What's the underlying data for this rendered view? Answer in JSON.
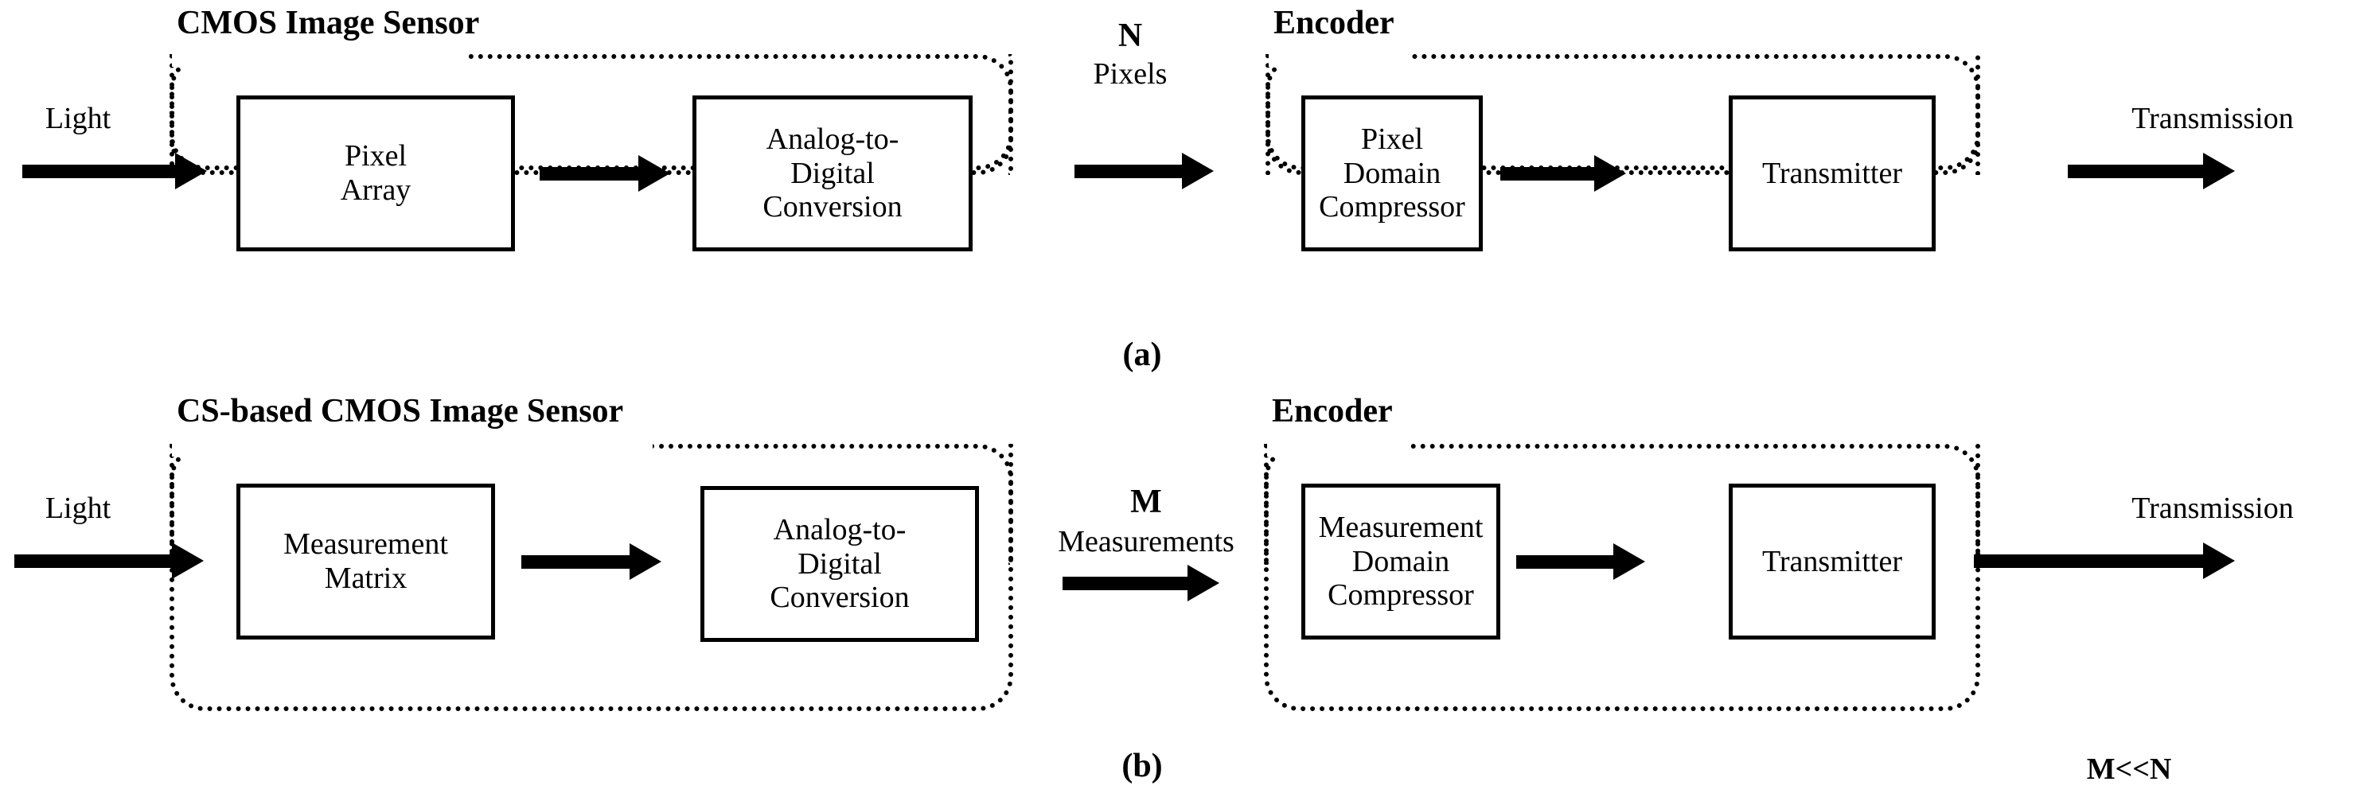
{
  "figure": {
    "subfigures": [
      {
        "caption": "(a)",
        "input_label": "Light",
        "groups": [
          {
            "title": "CMOS Image Sensor",
            "blocks": [
              "Pixel\nArray",
              "Analog-to-\nDigital\nConversion"
            ]
          },
          {
            "title": "Encoder",
            "blocks": [
              "Pixel\nDomain\nCompressor",
              "Transmitter"
            ]
          }
        ],
        "interconnect_label_bold": "N",
        "interconnect_label": "Pixels",
        "output_label": "Transmission"
      },
      {
        "caption": "(b)",
        "input_label": "Light",
        "groups": [
          {
            "title": "CS-based CMOS Image Sensor",
            "blocks": [
              "Measurement\nMatrix",
              "Analog-to-\nDigital\nConversion"
            ]
          },
          {
            "title": "Encoder",
            "blocks": [
              "Measurement\nDomain\nCompressor",
              "Transmitter"
            ]
          }
        ],
        "interconnect_label_bold": "M",
        "interconnect_label": "Measurements",
        "output_label": "Transmission",
        "note": "M<<N"
      }
    ]
  },
  "colors": {
    "ink": "#000000",
    "paper": "#ffffff"
  },
  "icons": {
    "flow_arrow": "right-arrow-icon"
  }
}
